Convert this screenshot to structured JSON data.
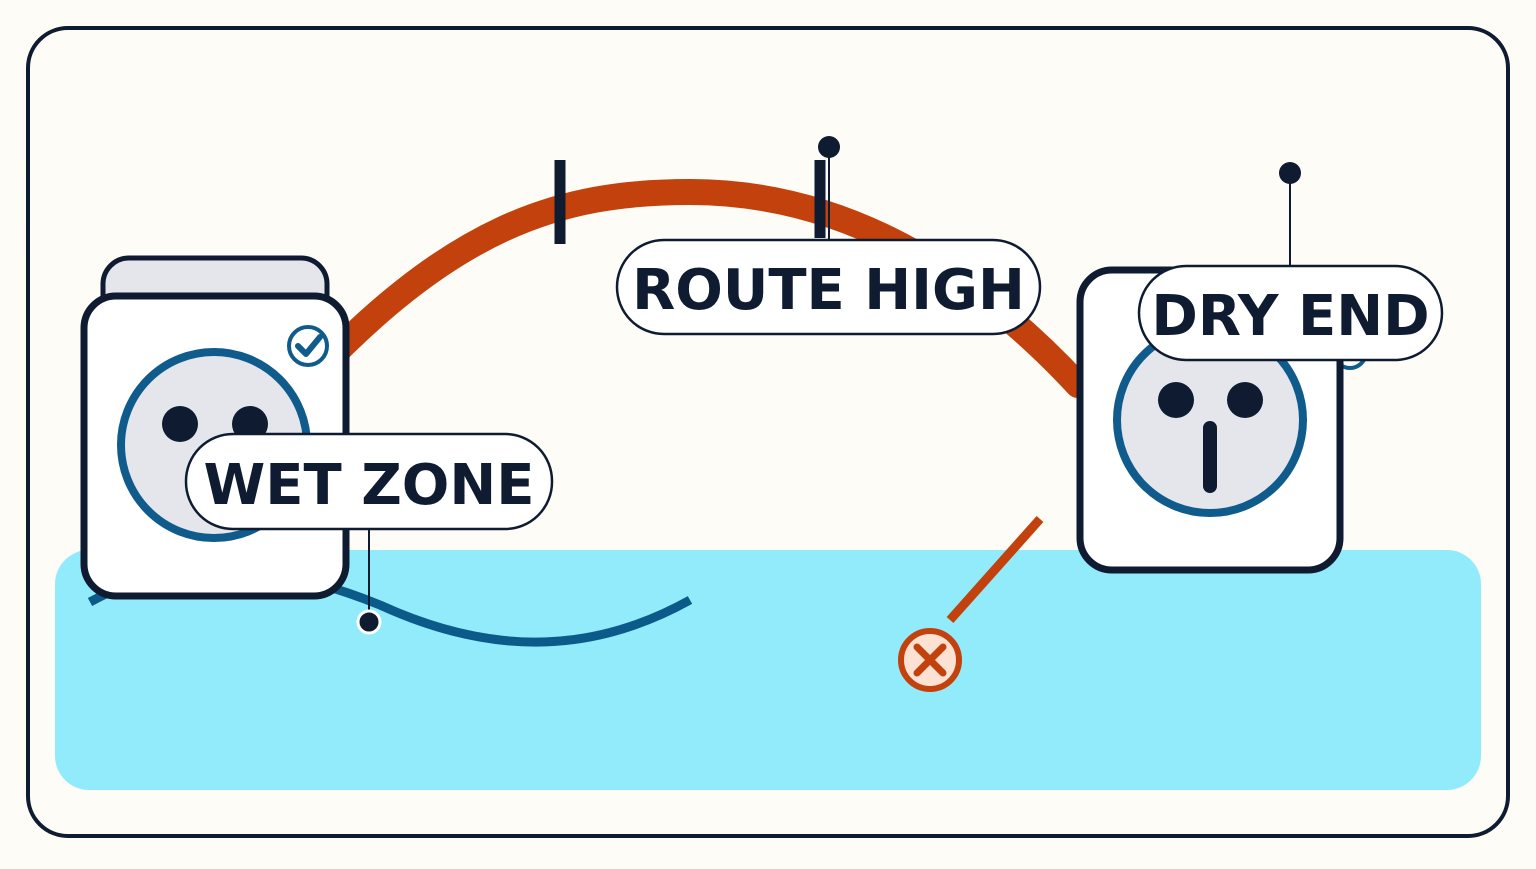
{
  "colors": {
    "background": "#fdfcf6",
    "frame_stroke": "#0e1b30",
    "water": "#92ebfa",
    "route_high": "#c2410c",
    "wet_route": "#0b5a8a",
    "outlet_face": "#e4e6ec",
    "outlet_ring": "#0e5b8c",
    "success": "#0e5b8c",
    "error": "#c2410c",
    "error_fill": "#fde2d4"
  },
  "labels": {
    "wet_zone": "WET ZONE",
    "route_high": "ROUTE HIGH",
    "dry_end": "DRY END"
  },
  "icons": {
    "check": "check-circle-icon",
    "error": "x-circle-icon",
    "outlet_left": "power-outlet-icon",
    "outlet_right": "power-outlet-icon"
  }
}
